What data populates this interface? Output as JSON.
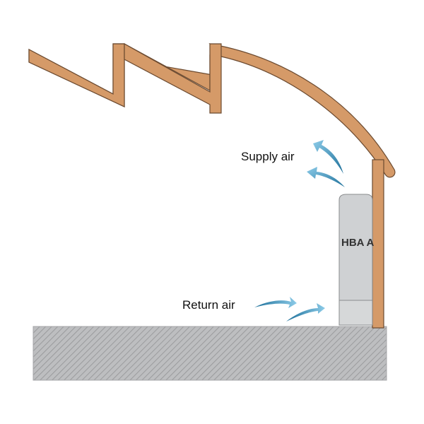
{
  "diagram": {
    "labels": {
      "supply_air": "Supply air",
      "return_air": "Return air",
      "unit": "HBA A"
    },
    "colors": {
      "structure": "#d59a68",
      "structure_outline": "#6b4a30",
      "unit_fill": "#cfd1d3",
      "unit_outline": "#8a8c8e",
      "ground": "#b5b6b8",
      "arrow": "#2a8ab8",
      "arrow_light": "#8ccbe8"
    }
  }
}
